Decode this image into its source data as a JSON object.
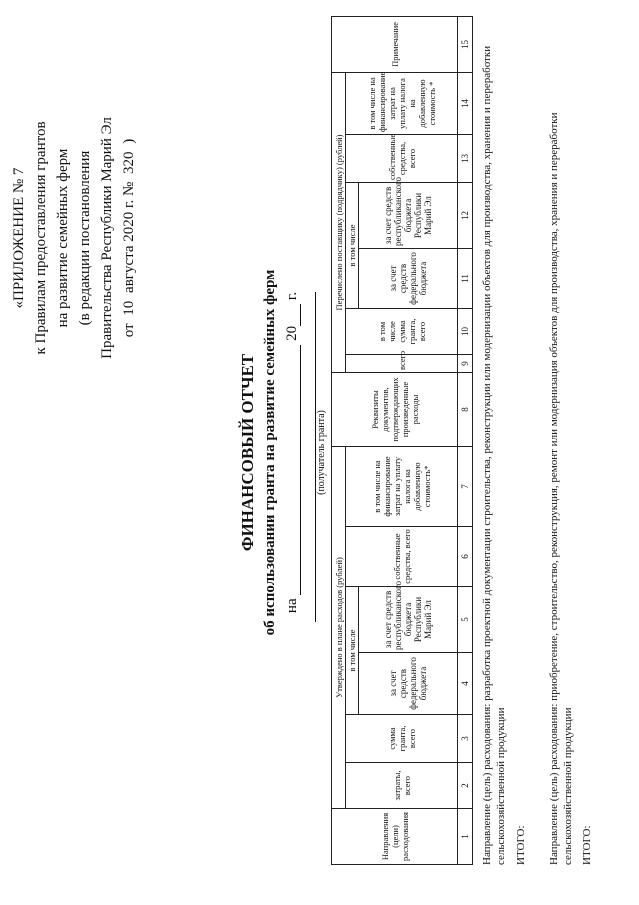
{
  "header": {
    "appendix": "«ПРИЛОЖЕНИЕ № 7",
    "line2": "к Правилам предоставления грантов",
    "line3": "на развитие семейных ферм",
    "line4": "(в редакции постановления",
    "line5": "Правительства Республики Марий Эл",
    "date_prefix": "от",
    "date_day": "10",
    "date_rest": "августа 2020 г. №",
    "date_num": "320",
    "date_suffix": ")"
  },
  "title": {
    "main": "ФИНАНСОВЫЙ ОТЧЕТ",
    "sub": "об использовании гранта на развитие семейных ферм",
    "on": "на",
    "year_prefix": "20",
    "year_suffix": "г.",
    "recipient_caption": "(получатель гранта)"
  },
  "table": {
    "col1": "Направления (цели) расходования",
    "group_approved": "Утверждено в плане расходов (рублей)",
    "group_transferred": "Перечислено поставщику (подрядчику) (рублей)",
    "col_docs": "Реквизиты документов, подтверждающих произведенные расходы",
    "col_note": "Примечание",
    "in_that": "в том числе",
    "in_that2": "в том числе",
    "approved": {
      "total": "затраты, всего",
      "grant_sum": "сумма гранта, всего",
      "federal": "за счет средств федерального бюджета",
      "republic": "за счет средств республиканского бюджета Республики Марий Эл",
      "own": "собственные средства, всего",
      "vat": "в том числе на финансирование затрат на уплату налога на добавленную стоимость*"
    },
    "transferred": {
      "total": "всего",
      "grant_sum": "в том числе сумма гранта, всего",
      "federal": "за счет средств федерального бюджета",
      "republic": "за счет средств республиканского бюджета Республики Марий Эл",
      "own": "собственные средства, всего",
      "vat": "в том числе на финансирование затрат на уплату налога на добавленную стоимость *"
    },
    "numbers": [
      "1",
      "2",
      "3",
      "4",
      "5",
      "6",
      "7",
      "8",
      "9",
      "10",
      "11",
      "12",
      "13",
      "14",
      "15"
    ]
  },
  "bottom": {
    "direction1": "Направление (цель) расходования: разработка проектной документации строительства, реконструкции или модернизации объектов для производства, хранения и переработки сельскохозяйственной продукции",
    "total1": "ИТОГО:",
    "direction2": "Направление (цель) расходования: приобретение, строительство, реконструкция, ремонт или модернизация объектов для производства, хранения и переработки сельскохозяйственной продукции",
    "total2": "ИТОГО:"
  }
}
